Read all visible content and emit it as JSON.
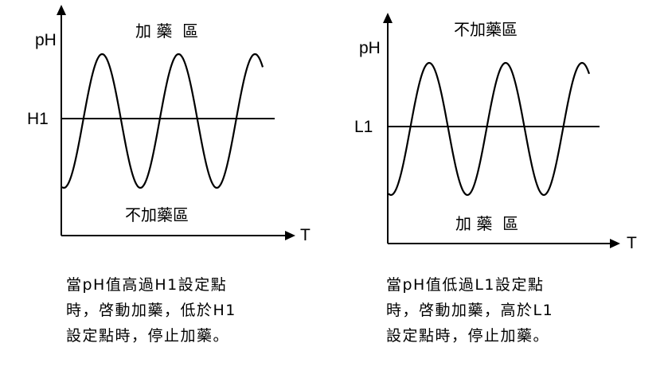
{
  "left_panel": {
    "y_axis_label": "pH",
    "x_axis_label": "T",
    "threshold_label": "H1",
    "zone_above": "加 藥  區",
    "zone_below": "不加藥區",
    "caption_lines": [
      "當pH值高過H1設定點",
      "時，啓動加藥，低於H1",
      "設定點時，停止加藥。"
    ]
  },
  "right_panel": {
    "y_axis_label": "pH",
    "x_axis_label": "T",
    "threshold_label": "L1",
    "zone_above": "不加藥區",
    "zone_below": "加 藥  區",
    "caption_lines": [
      "當pH值低過L1設定點",
      "時，啓動加藥，高於L1",
      "設定點時，停止加藥。"
    ]
  }
}
